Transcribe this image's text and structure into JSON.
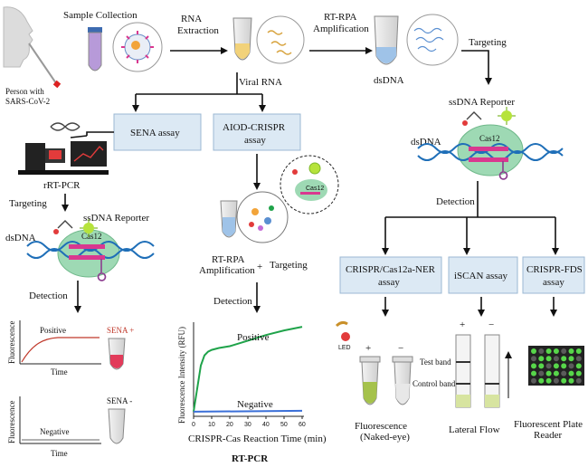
{
  "flow": {
    "sample_collection": "Sample Collection",
    "person_line1": "Person with",
    "person_line2": "SARS-CoV-2",
    "rna_extraction_1": "RNA",
    "rna_extraction_2": "Extraction",
    "viral_rna": "Viral RNA",
    "rt_rpa_amp_1": "RT-RPA",
    "rt_rpa_amp_2": "Amplification",
    "dsdna_top": "dsDNA",
    "targeting_top": "Targeting"
  },
  "assays": {
    "sena": "SENA assay",
    "aiod_1": "AIOD-CRISPR",
    "aiod_2": "assay",
    "ner_1": "CRISPR/Cas12a-NER",
    "ner_2": "assay",
    "iscan": "iSCAN assay",
    "fds_1": "CRISPR-FDS",
    "fds_2": "assay"
  },
  "left_branch": {
    "rrt_pcr": "rRT-PCR",
    "targeting": "Targeting",
    "ssdna_reporter": "ssDNA Reporter",
    "dsdna": "dsDNA",
    "cas12": "Cas12",
    "detection": "Detection",
    "positive": "Positive",
    "negative": "Negative",
    "sena_pos": "SENA +",
    "sena_neg": "SENA -",
    "fluorescence": "Fluorescence",
    "time": "Time"
  },
  "middle_branch": {
    "rt_rpa_1": "RT-RPA",
    "rt_rpa_2": "Amplification",
    "plus": "+",
    "targeting": "Targeting",
    "detection": "Detection",
    "cas12": "Cas12",
    "rt_pcr": "RT-PCR"
  },
  "right_branch": {
    "ssdna_reporter": "ssDNA Reporter",
    "dsdna": "dsDNA",
    "cas12": "Cas12",
    "detection": "Detection",
    "led": "LED",
    "plus": "+",
    "minus": "−",
    "fluor_1": "Fluorescence",
    "fluor_2": "(Naked-eye)",
    "test_band": "Test band",
    "control_band": "Control band",
    "lateral_flow": "Lateral Flow",
    "plate_1": "Fluorescent Plate",
    "plate_2": "Reader"
  },
  "chart_data": {
    "type": "line",
    "xlabel": "CRISPR-Cas Reaction Time (min)",
    "ylabel": "Fluorescence Intensity (RFU)",
    "xlim": [
      0,
      60
    ],
    "x_ticks": [
      0,
      10,
      20,
      30,
      40,
      50,
      60
    ],
    "grid": false,
    "series": [
      {
        "name": "Positive",
        "color": "#1fa34a",
        "x": [
          0,
          2,
          4,
          6,
          8,
          10,
          14,
          20,
          30,
          40,
          50,
          60
        ],
        "y": [
          0.05,
          0.3,
          0.55,
          0.66,
          0.7,
          0.72,
          0.74,
          0.76,
          0.82,
          0.88,
          0.93,
          0.97
        ]
      },
      {
        "name": "Negative",
        "color": "#3a6fd8",
        "x": [
          0,
          60
        ],
        "y": [
          0.05,
          0.06
        ]
      }
    ]
  },
  "colors": {
    "box_fill": "#dce9f4",
    "box_stroke": "#9bb8d3",
    "cas_fill": "#9ed9b4",
    "dna_blue": "#1f6fb8",
    "pink": "#d9388f",
    "green": "#1fa34a"
  }
}
